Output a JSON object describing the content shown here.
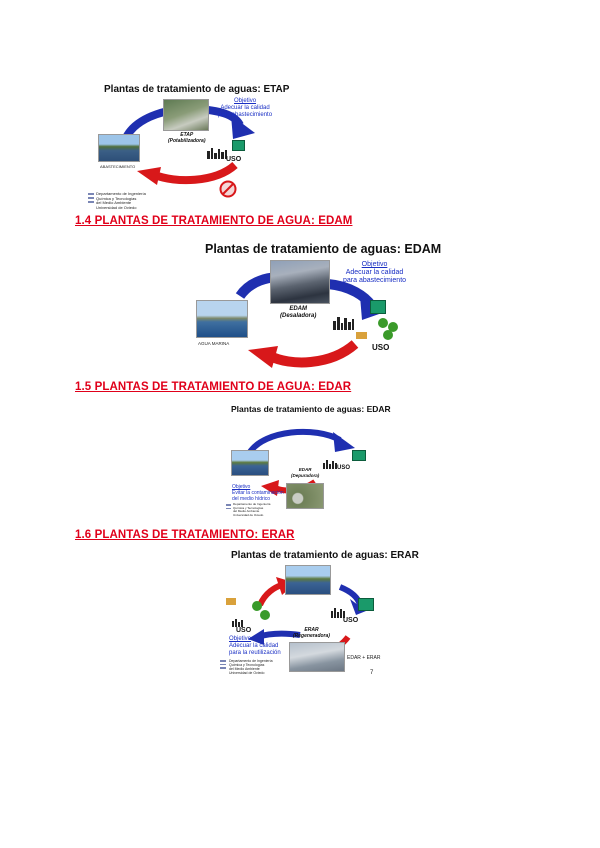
{
  "sections": [
    {
      "slide_title": "Plantas de tratamiento de aguas: ETAP",
      "objective_lines": [
        "Objetivo",
        "Adecuar la calidad",
        "para abastecimiento"
      ],
      "plant_label_lines": [
        "ETAP",
        "(Potabilizadora)"
      ],
      "use_label": "USO",
      "source_label": "ABASTECIMIENTO",
      "footer_lines": [
        "Departamento de Ingeniería",
        "Química y Tecnologías",
        "del Medio Ambiente",
        "Universidad de Oviedo"
      ]
    },
    {
      "heading": "1.4 PLANTAS DE TRATAMIENTO DE AGUA: EDAM",
      "slide_title": "Plantas de tratamiento de aguas: EDAM",
      "objective_lines": [
        "Objetivo",
        "Adecuar la calidad",
        "para abastecimiento"
      ],
      "plant_label_lines": [
        "EDAM",
        "(Desaladora)"
      ],
      "use_label": "USO",
      "source_label": "AGUA MARINA"
    },
    {
      "heading": "1.5 PLANTAS DE TRATAMIENTO DE AGUA: EDAR",
      "slide_title": "Plantas de tratamiento de aguas: EDAR",
      "objective_lines": [
        "Objetivo",
        "Evitar la contaminación",
        "del medio hídrico"
      ],
      "plant_label_lines": [
        "EDAR",
        "(Depuradora)"
      ],
      "use_label": "USO",
      "footer_lines": [
        "Departamento de Ingeniería",
        "Química y Tecnologías",
        "del Medio Ambiente",
        "Universidad de Oviedo"
      ]
    },
    {
      "heading": "1.6 PLANTAS DE TRATAMIENTO: ERAR",
      "slide_title": "Plantas de tratamiento de aguas: ERAR",
      "objective_lines": [
        "Objetivo",
        "Adecuar la calidad",
        "para la reutilización"
      ],
      "plant_label_lines": [
        "ERAR",
        "(Regeneradora)"
      ],
      "use_label_left": "USO",
      "use_label_right": "USO",
      "combo_label": "EDAR + ERAR",
      "page_number": "7",
      "footer_lines": [
        "Departamento de Ingeniería",
        "Química y Tecnologías",
        "del Medio Ambiente",
        "Universidad de Oviedo"
      ]
    }
  ],
  "colors": {
    "heading": "#e0001a",
    "arrow_blue": "#1f2fb0",
    "arrow_red": "#d8181a",
    "objective_text": "#1a2fc4"
  }
}
